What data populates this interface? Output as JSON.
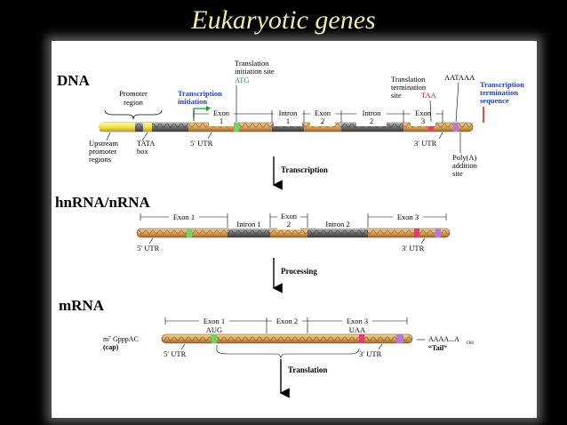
{
  "slide": {
    "title": "Eukaryotic genes"
  },
  "dna": {
    "heading": "DNA",
    "promoter_region": [
      "Promoter",
      "region"
    ],
    "upstream_promoter": [
      "Upstream",
      "promoter",
      "regions"
    ],
    "tata_box": [
      "TATA",
      "box"
    ],
    "transcription_initiation": [
      "Transcription",
      "initiation"
    ],
    "translation_initiation_site": [
      "Translation",
      "initiation site"
    ],
    "atg": "ATG",
    "exon1": [
      "Exon",
      "1"
    ],
    "intron1": [
      "Intron",
      "1"
    ],
    "exon2": [
      "Exon",
      "2"
    ],
    "intron2": [
      "Intron",
      "2"
    ],
    "exon3": [
      "Exon",
      "3"
    ],
    "utr5": "5′ UTR",
    "utr3": "3′ UTR",
    "translation_termination_site": [
      "Translation",
      "termination",
      "site"
    ],
    "taa": "TAA",
    "aataaa": "AATAAA",
    "transcription_termination_sequence": [
      "Transcription",
      "termination",
      "sequence"
    ],
    "polya_site": [
      "Poly(A)",
      "addition",
      "site"
    ]
  },
  "step1": "Transcription",
  "hnrna": {
    "heading": "hnRNA/nRNA",
    "exon1": "Exon 1",
    "intron1": "Intron 1",
    "exon2": [
      "Exon",
      "2"
    ],
    "intron2": "Intron 2",
    "exon3": "Exon 3",
    "utr5": "5′ UTR",
    "utr3": "3′ UTR"
  },
  "step2": "Processing",
  "mrna": {
    "heading": "mRNA",
    "exon1": "Exon 1",
    "aug": "AUG",
    "exon2": "Exon 2",
    "exon3": "Exon 3",
    "uaa": "UAA",
    "cap": [
      "m⁷ GpppAC",
      "(cap)"
    ],
    "tail": [
      "AAAA...A",
      "OH",
      "“Tail”"
    ],
    "utr5": "5′ UTR",
    "utr3": "3′ UTR"
  },
  "step3": "Translation",
  "colors": {
    "strand": "#d9a35e",
    "tata": "#f2e04a",
    "intron": "#7a7a7a",
    "start_codon": "#6fd36a",
    "stop_codon": "#e23b6e",
    "polya": "#b07ad8",
    "label_blue": "#1f3fb3",
    "label_red": "#c0141c",
    "label_green": "#1a9a2a"
  }
}
